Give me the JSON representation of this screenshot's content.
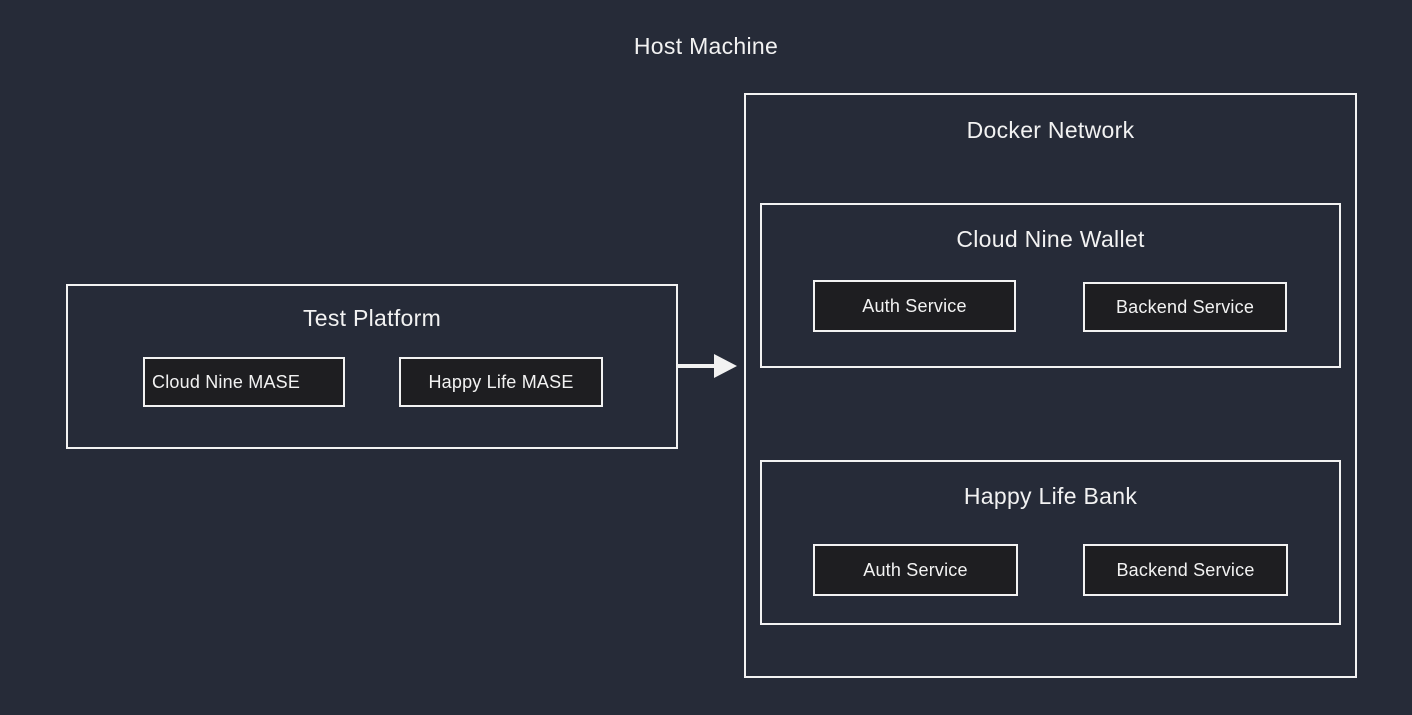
{
  "page": {
    "title": "Host Machine"
  },
  "colors": {
    "background": "#262B38",
    "border": "#F2F2F2",
    "service_background": "#1E1E21",
    "text": "#F2F2F2"
  },
  "test_platform": {
    "title": "Test Platform",
    "nodes": [
      {
        "label": "Cloud Nine MASE"
      },
      {
        "label": "Happy Life MASE"
      }
    ]
  },
  "docker_network": {
    "title": "Docker Network",
    "groups": [
      {
        "title": "Cloud Nine Wallet",
        "services": [
          {
            "label": "Auth Service"
          },
          {
            "label": "Backend Service"
          }
        ]
      },
      {
        "title": "Happy Life Bank",
        "services": [
          {
            "label": "Auth Service"
          },
          {
            "label": "Backend Service"
          }
        ]
      }
    ]
  }
}
